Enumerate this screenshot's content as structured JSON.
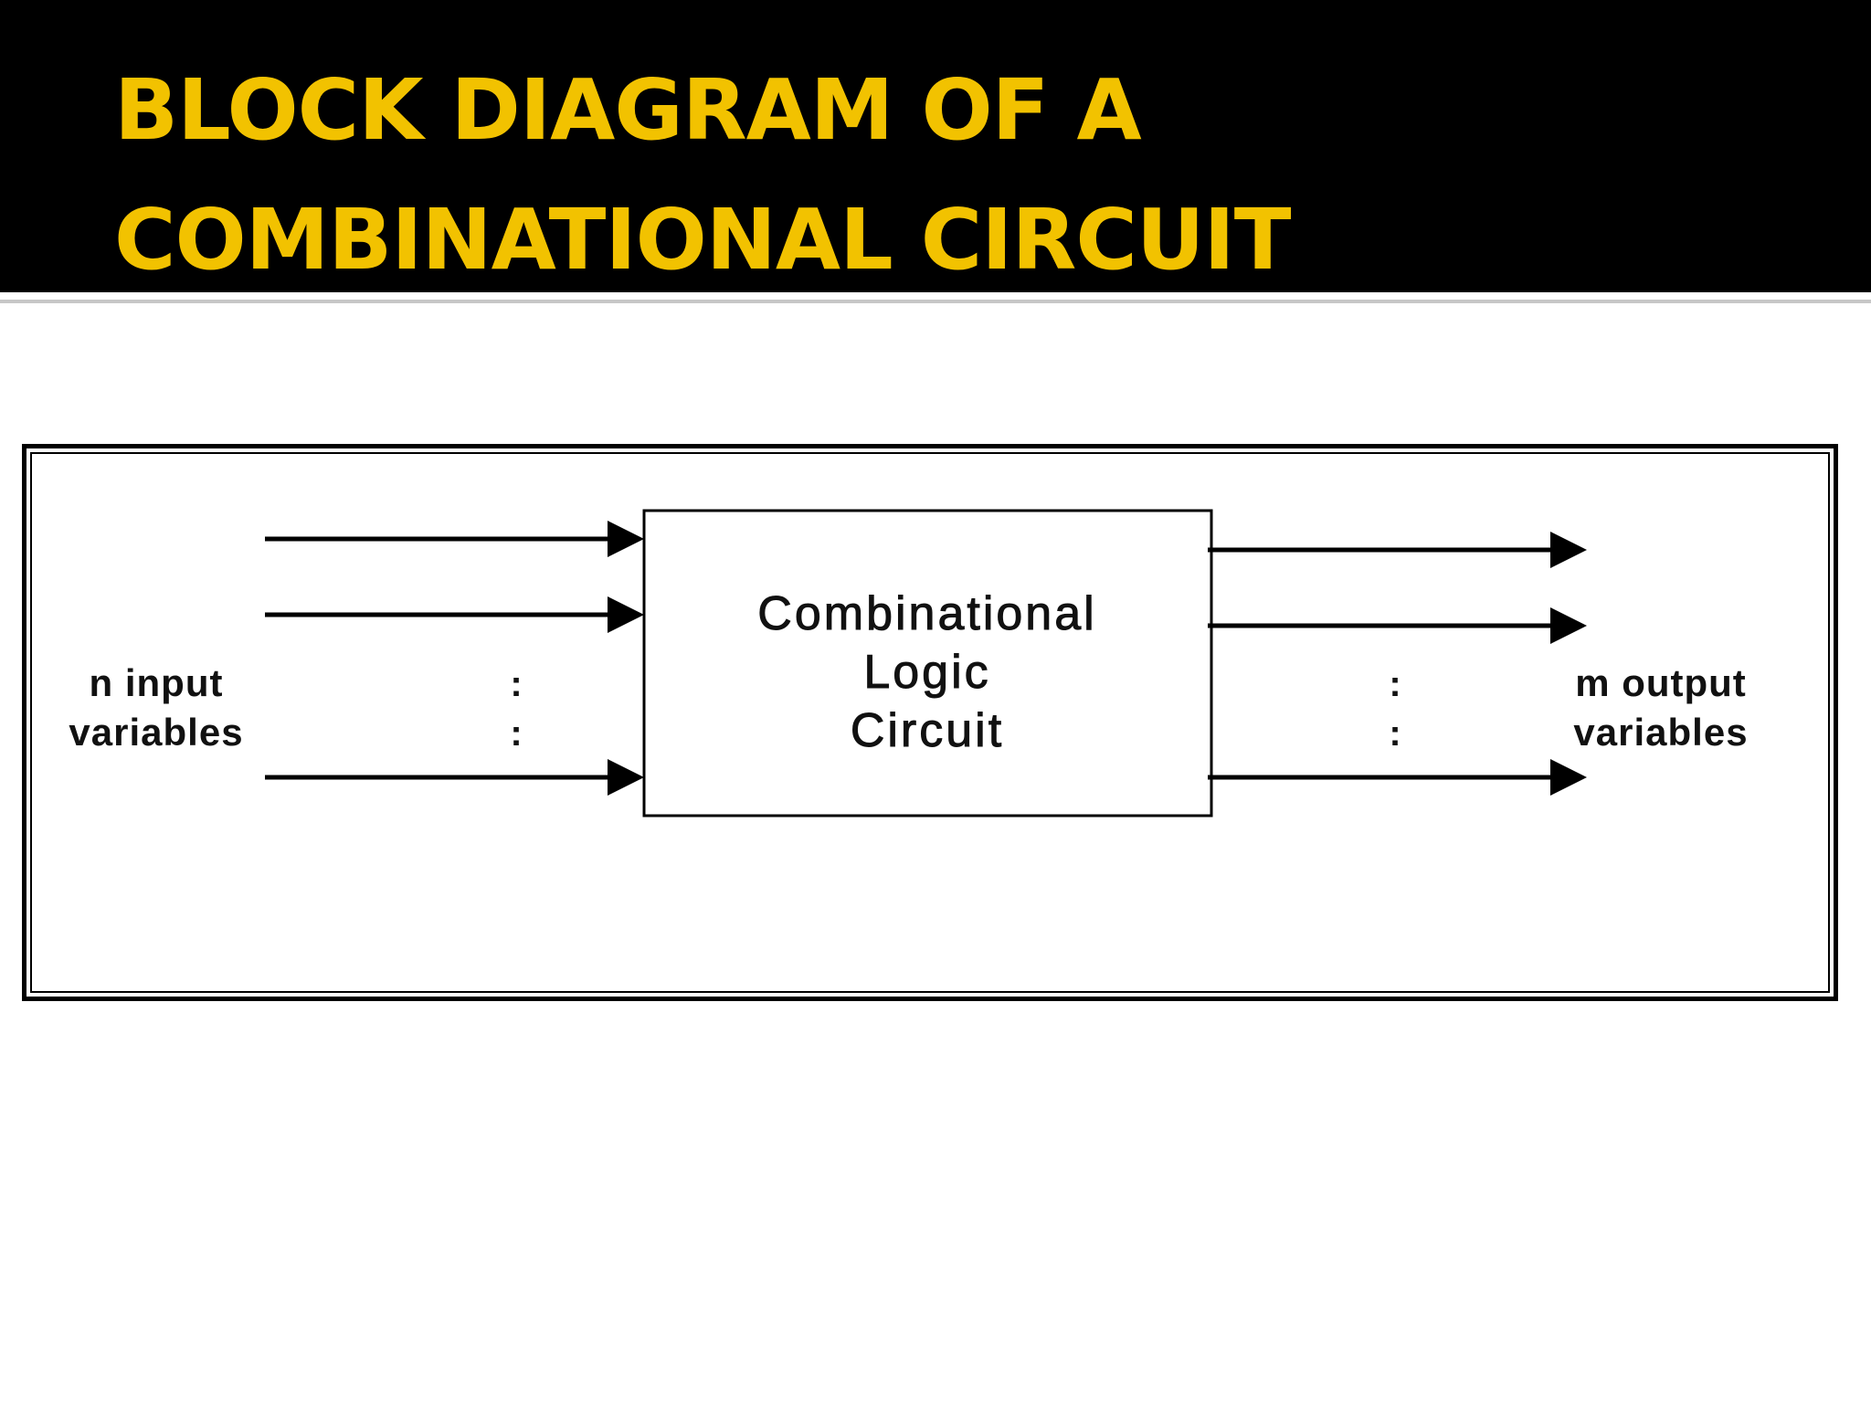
{
  "slide": {
    "title_lines": [
      "BLOCK DIAGRAM OF A",
      "COMBINATIONAL CIRCUIT"
    ],
    "title_color": "#f2c200",
    "header_background": "#000000"
  },
  "diagram": {
    "input_label_lines": [
      "n input",
      "variables"
    ],
    "block_label_lines": [
      "Combinational",
      "Logic",
      "Circuit"
    ],
    "output_label_lines": [
      "m output",
      "variables"
    ],
    "ellipsis_glyph": ":",
    "input_arrow_count": 3,
    "output_arrow_count": 3
  }
}
